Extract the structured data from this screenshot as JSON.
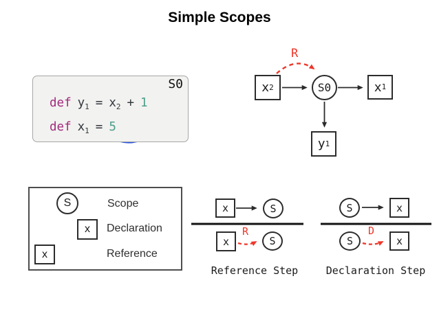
{
  "title": "Simple Scopes",
  "colors": {
    "arrow_blue": "#2b55e1",
    "edge_red": "#ee372a",
    "keyword_magenta": "#a12a7c",
    "number_teal": "#4d9e8a",
    "code_box_bg": "#f2f2f0",
    "stroke_black": "#2b2b2b"
  },
  "code_box": {
    "scope_label": "S0",
    "line1": {
      "kw": "def",
      "lhs": "y",
      "lhs_sub": "1",
      "eq": "=",
      "rhs": "x",
      "rhs_sub": "2",
      "op": "+",
      "num": "1"
    },
    "line2": {
      "kw": "def",
      "lhs": "x",
      "lhs_sub": "1",
      "eq": "=",
      "num": "5"
    }
  },
  "graph": {
    "edge_label": "R",
    "nodes": {
      "x2": {
        "base": "x",
        "sub": "2"
      },
      "s0": {
        "label": "S0"
      },
      "x1": {
        "base": "x",
        "sub": "1"
      },
      "y1": {
        "base": "y",
        "sub": "1"
      }
    }
  },
  "legend": {
    "scope": {
      "symbol": "S",
      "label": "Scope"
    },
    "declaration": {
      "symbol": "x",
      "label": "Declaration"
    },
    "reference": {
      "symbol": "x",
      "label": "Reference"
    }
  },
  "rules": {
    "reference": {
      "premise_box": "x",
      "premise_circle": "S",
      "conclusion_box": "x",
      "conclusion_circle": "S",
      "edge_label": "R",
      "caption": "Reference Step"
    },
    "declaration": {
      "premise_circle": "S",
      "premise_box": "x",
      "conclusion_circle": "S",
      "conclusion_box": "x",
      "edge_label": "D",
      "caption": "Declaration Step"
    }
  }
}
